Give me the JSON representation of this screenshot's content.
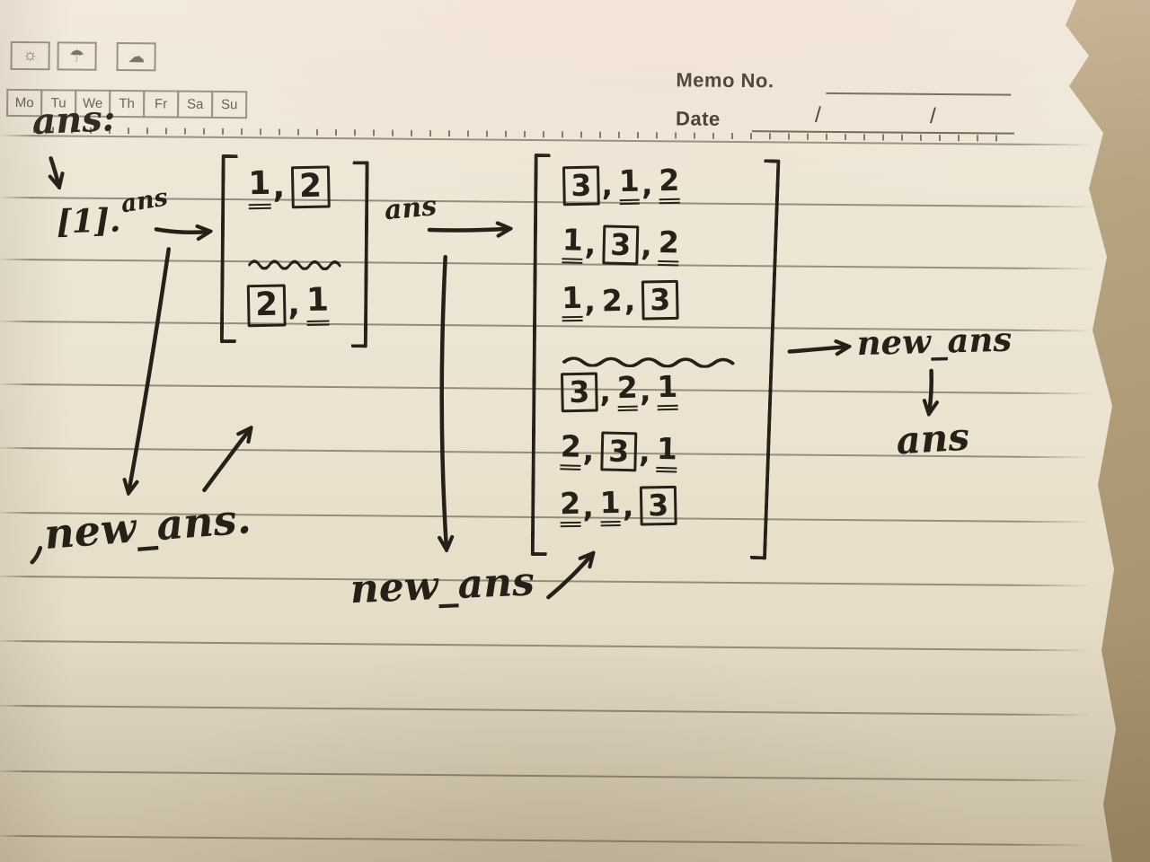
{
  "colors": {
    "ink": "#262018",
    "paper": "#ece4d1",
    "rule_line": "#78705f",
    "printed_text": "#43392e"
  },
  "icons": [
    {
      "name": "sun-icon",
      "glyph": "☼"
    },
    {
      "name": "umbrella-icon",
      "glyph": "☂"
    },
    {
      "name": "cloud-icon",
      "glyph": "☁"
    }
  ],
  "weekdays": [
    "Mo",
    "Tu",
    "We",
    "Th",
    "Fr",
    "Sa",
    "Su"
  ],
  "header": {
    "memo_no_label": "Memo No.",
    "date_label": "Date",
    "slash1": "/",
    "slash2": "/"
  },
  "notes": {
    "ans_top": "ans:",
    "seed": "[1].",
    "ans_label_1": "ans",
    "ans_label_2": "ans",
    "new_ans_left": "new_ans.",
    "new_ans_mid": "new_ans",
    "new_ans_right": "new_ans",
    "ans_right": "ans"
  },
  "list1": {
    "rows": [
      {
        "tokens": [
          {
            "t": "1",
            "u": true
          },
          {
            "t": ",",
            "sep": true
          },
          {
            "t": "2",
            "box": true
          }
        ]
      },
      {
        "wave": true
      },
      {
        "tokens": [
          {
            "t": "2",
            "box": true
          },
          {
            "t": ",",
            "sep": true
          },
          {
            "t": "1",
            "u": true
          }
        ]
      }
    ]
  },
  "list2": {
    "rows": [
      {
        "tokens": [
          {
            "t": "3",
            "box": true
          },
          {
            "t": ",",
            "sep": true
          },
          {
            "t": "1",
            "u": true
          },
          {
            "t": ",",
            "sep": true
          },
          {
            "t": "2",
            "u": true
          }
        ]
      },
      {
        "tokens": [
          {
            "t": "1",
            "u": true
          },
          {
            "t": ",",
            "sep": true
          },
          {
            "t": "3",
            "box": true
          },
          {
            "t": ",",
            "sep": true
          },
          {
            "t": "2",
            "u": true
          }
        ]
      },
      {
        "tokens": [
          {
            "t": "1",
            "u": true
          },
          {
            "t": ",",
            "sep": true
          },
          {
            "t": "2"
          },
          {
            "t": ",",
            "sep": true
          },
          {
            "t": "3",
            "box": true
          }
        ]
      },
      {
        "wave": true
      },
      {
        "tokens": [
          {
            "t": "3",
            "box": true
          },
          {
            "t": ",",
            "sep": true
          },
          {
            "t": "2",
            "u": true
          },
          {
            "t": ",",
            "sep": true
          },
          {
            "t": "1",
            "u": true
          }
        ]
      },
      {
        "tokens": [
          {
            "t": "2",
            "u": true
          },
          {
            "t": ",",
            "sep": true
          },
          {
            "t": "3",
            "box": true
          },
          {
            "t": ",",
            "sep": true
          },
          {
            "t": "1",
            "u": true
          }
        ]
      },
      {
        "tokens": [
          {
            "t": "2",
            "u": true
          },
          {
            "t": ",",
            "sep": true
          },
          {
            "t": "1",
            "u": true
          },
          {
            "t": ",",
            "sep": true
          },
          {
            "t": "3",
            "box": true
          }
        ]
      }
    ]
  }
}
